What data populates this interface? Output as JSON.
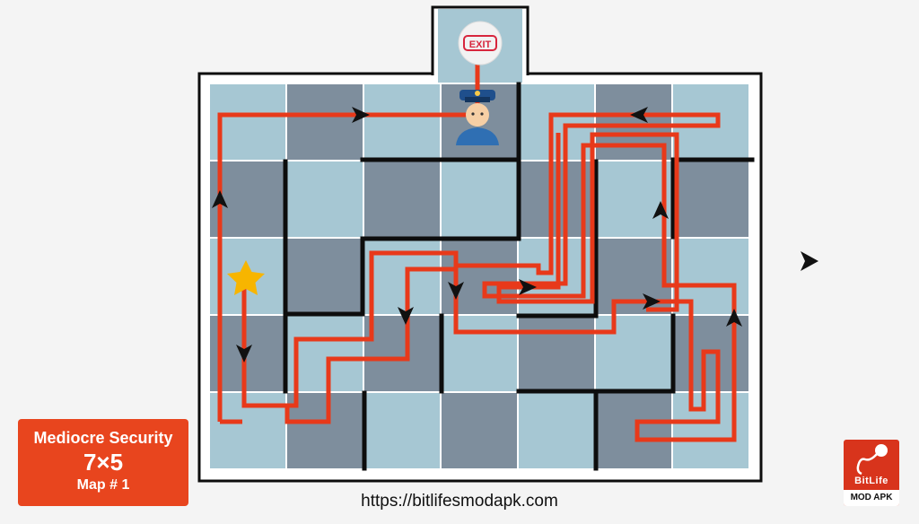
{
  "level": {
    "difficulty": "Mediocre Security",
    "grid_size": "7×5",
    "map_label": "Map # 1"
  },
  "exit_sign": "EXIT",
  "icons": {
    "guard": "police-officer-icon",
    "start": "star-icon",
    "next": "play-arrow-icon"
  },
  "source_url": "https://bitlifesmodapk.com",
  "logo": {
    "name": "BitLife",
    "sub": "MOD APK"
  },
  "colors": {
    "path": "#e8391a",
    "tile_light": "#a6c7d3",
    "tile_dark": "#7e8e9d",
    "wall": "#0d0d0d",
    "star": "#f7b500",
    "accent_box": "#e8451e"
  },
  "grid": {
    "cols": 7,
    "rows": 5,
    "pattern": [
      [
        "L",
        "D",
        "L",
        "D",
        "L",
        "D",
        "L"
      ],
      [
        "D",
        "L",
        "D",
        "L",
        "D",
        "L",
        "D"
      ],
      [
        "L",
        "D",
        "L",
        "D",
        "L",
        "D",
        "L"
      ],
      [
        "D",
        "L",
        "D",
        "L",
        "D",
        "L",
        "D"
      ],
      [
        "L",
        "D",
        "L",
        "D",
        "L",
        "D",
        "L"
      ]
    ]
  }
}
